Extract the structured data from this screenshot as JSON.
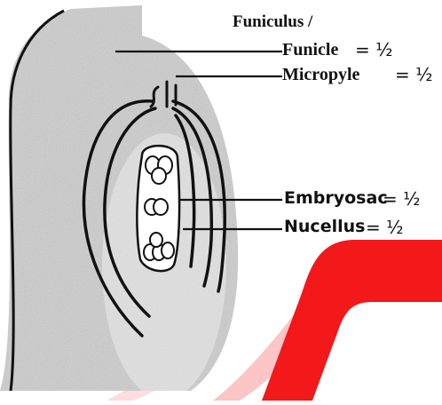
{
  "labels": {
    "funiculus": "Funiculus /",
    "funicle": "Funicle",
    "micropyle": "Micropyle",
    "embryosac": "Embryosac",
    "nucellus": "Nucellus"
  },
  "marks": {
    "funicle": "= ½",
    "micropyle": "= ½",
    "embryosac": "= ½",
    "nucellus": "= ½"
  },
  "colors": {
    "ink": "#111111",
    "shade": "#c9c9c9",
    "watermark": "#f3181a"
  }
}
